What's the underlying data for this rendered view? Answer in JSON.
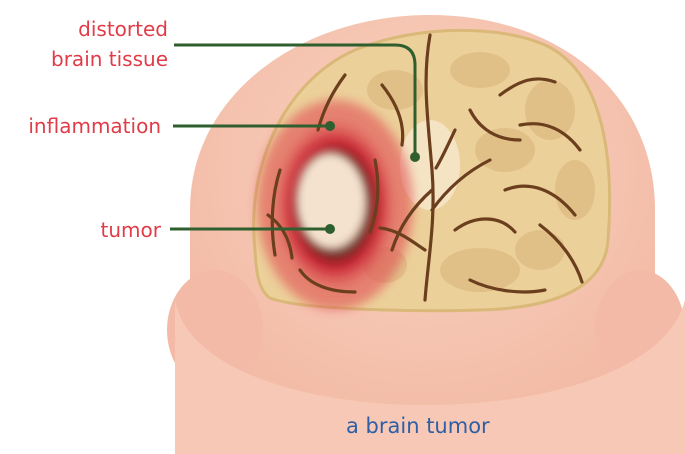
{
  "labels": {
    "distorted_line1": "distorted",
    "distorted_line2": "brain tissue",
    "inflammation": "inflammation",
    "tumor": "tumor"
  },
  "caption": "a brain tumor",
  "colors": {
    "label_text": "#e23b48",
    "caption_text": "#2d5fa6",
    "leader_line": "#2f5e2f",
    "skin": "#f7c9b6",
    "brain": "#ecd09a",
    "sulci": "#6b3e1e",
    "inflammation": "#d8323e"
  }
}
